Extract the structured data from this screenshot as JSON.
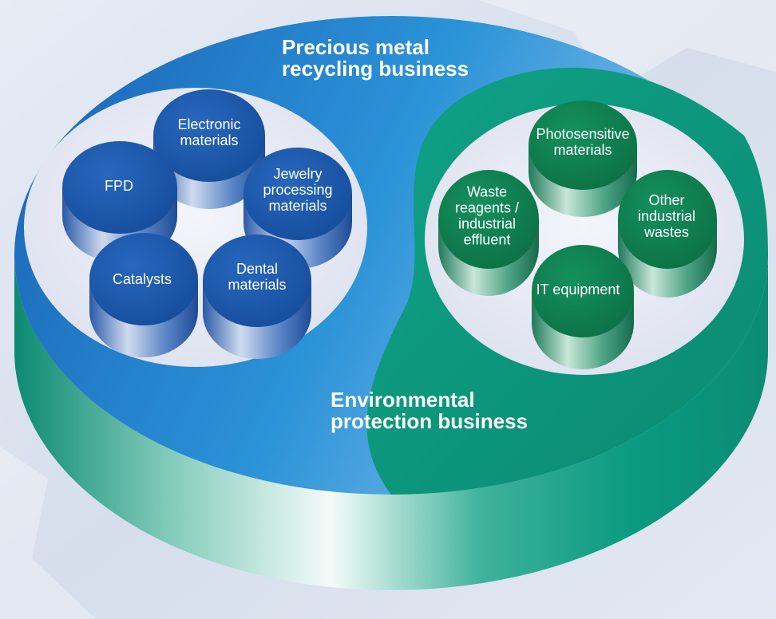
{
  "sections": {
    "precious": {
      "title": "Precious metal\nrecycling business"
    },
    "environmental": {
      "title": "Environmental\nprotection business"
    }
  },
  "precious_items": [
    {
      "label": "Electronic\nmaterials"
    },
    {
      "label": "FPD"
    },
    {
      "label": "Jewelry\nprocessing\nmaterials"
    },
    {
      "label": "Catalysts"
    },
    {
      "label": "Dental\nmaterials"
    }
  ],
  "environmental_items": [
    {
      "label": "Photosensitive\nmaterials"
    },
    {
      "label": "Waste\nreagents /\nindustrial\neffluent"
    },
    {
      "label": "Other\nindustrial\nwastes"
    },
    {
      "label": "IT equipment"
    }
  ],
  "colors": {
    "background": "#dfe6f1",
    "precious_blue": "#1f6fc0",
    "precious_disc": "#1b55a4",
    "environmental_green": "#0c9a80",
    "environmental_disc": "#0f7e4f",
    "inner_fill": "#eef0f8"
  }
}
